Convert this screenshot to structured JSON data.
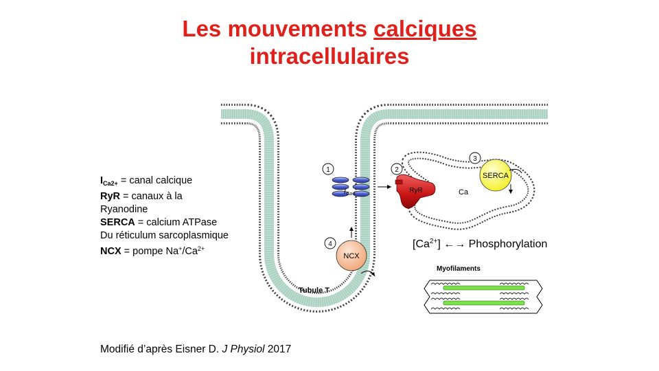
{
  "slide": {
    "title_part1": "Les mouvements ",
    "title_underlined": "calciques",
    "title_line2": "intracellulaires"
  },
  "legend": {
    "ica_symbol": "I",
    "ica_sub": "Ca2+",
    "ica_text": " = canal calcique",
    "ryr_term": "RyR",
    "ryr_text": " = canaux à la",
    "ryr_text2": "Ryanodine",
    "serca_term": "SERCA",
    "serca_text": " = calcium ATPase",
    "serca_text2": "Du réticulum sarcoplasmique",
    "ncx_term": "NCX",
    "ncx_text_a": " = pompe Na",
    "ncx_sup_a": "+",
    "ncx_text_b": "/Ca",
    "ncx_sup_b": "2+"
  },
  "diagram": {
    "num1": "1",
    "num2": "2",
    "num3": "3",
    "num4": "4",
    "channel_label_i": "I",
    "channel_label_sub": "Ca-L",
    "ryr_label": "RyR",
    "ca_label": "Ca",
    "serca_label": "SERCA",
    "ncx_label": "NCX",
    "tubule_label": "Tubule T",
    "myofilaments_label": "Myofilaments",
    "colors": {
      "title": "#e0201b",
      "channel": "#5a6fd1",
      "ryr": "#d41f1f",
      "serca": "#f4f030",
      "ncx": "#f1a97c",
      "myofilament": "#7be04a",
      "membrane_head": "#3a3a3a",
      "membrane_core": "#bcdcd0"
    }
  },
  "phosphorylation": {
    "open_bracket": "[Ca",
    "sup": "2+",
    "close_text": "] ←→ Phosphorylation"
  },
  "source": {
    "text_before": "Modifié d’après Eisner D. ",
    "journal": "J Physiol",
    "year": " 2017"
  }
}
